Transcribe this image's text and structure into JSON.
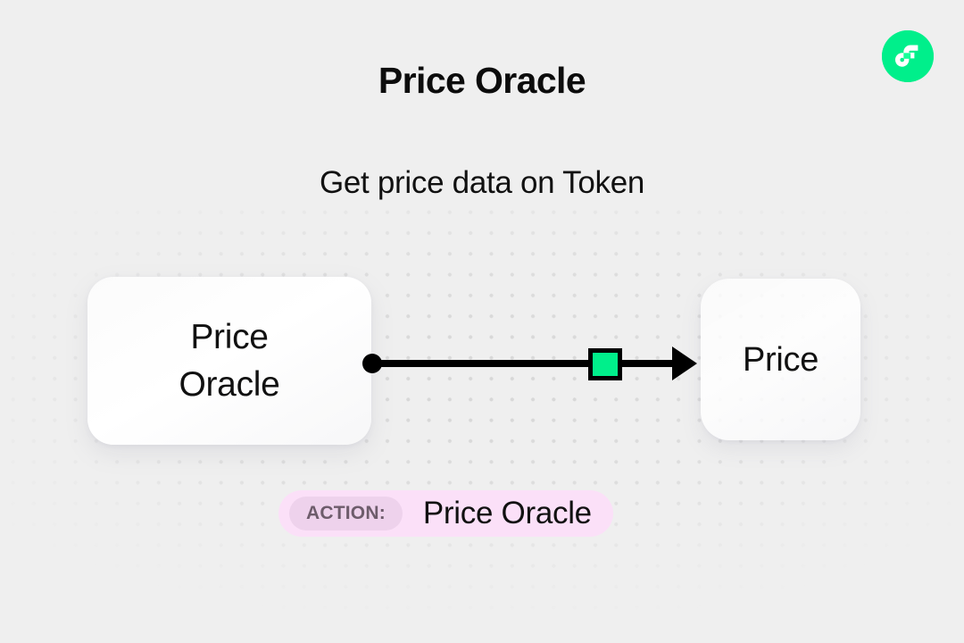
{
  "page": {
    "title": "Price Oracle",
    "subtitle": "Get price data on Token",
    "background_color": "#efefef",
    "accent_color": "#00ef8b"
  },
  "logo": {
    "icon": "flow-logo-icon",
    "circle_color": "#00ef8b",
    "mark_color": "#ffffff"
  },
  "diagram": {
    "source_node": {
      "line1": "Price",
      "line2": "Oracle"
    },
    "target_node": {
      "label": "Price"
    },
    "connector": {
      "source_handle_icon": "connector-dot-icon",
      "marker_icon": "action-marker-icon",
      "marker_color": "#00ef8b",
      "arrowhead_icon": "arrow-right-icon",
      "line_color": "#000000"
    }
  },
  "action_badge": {
    "label": "ACTION:",
    "value": "Price Oracle",
    "background_color": "#fbe0f8",
    "pill_color": "#eed2ec",
    "label_color": "#6d5c6b"
  }
}
